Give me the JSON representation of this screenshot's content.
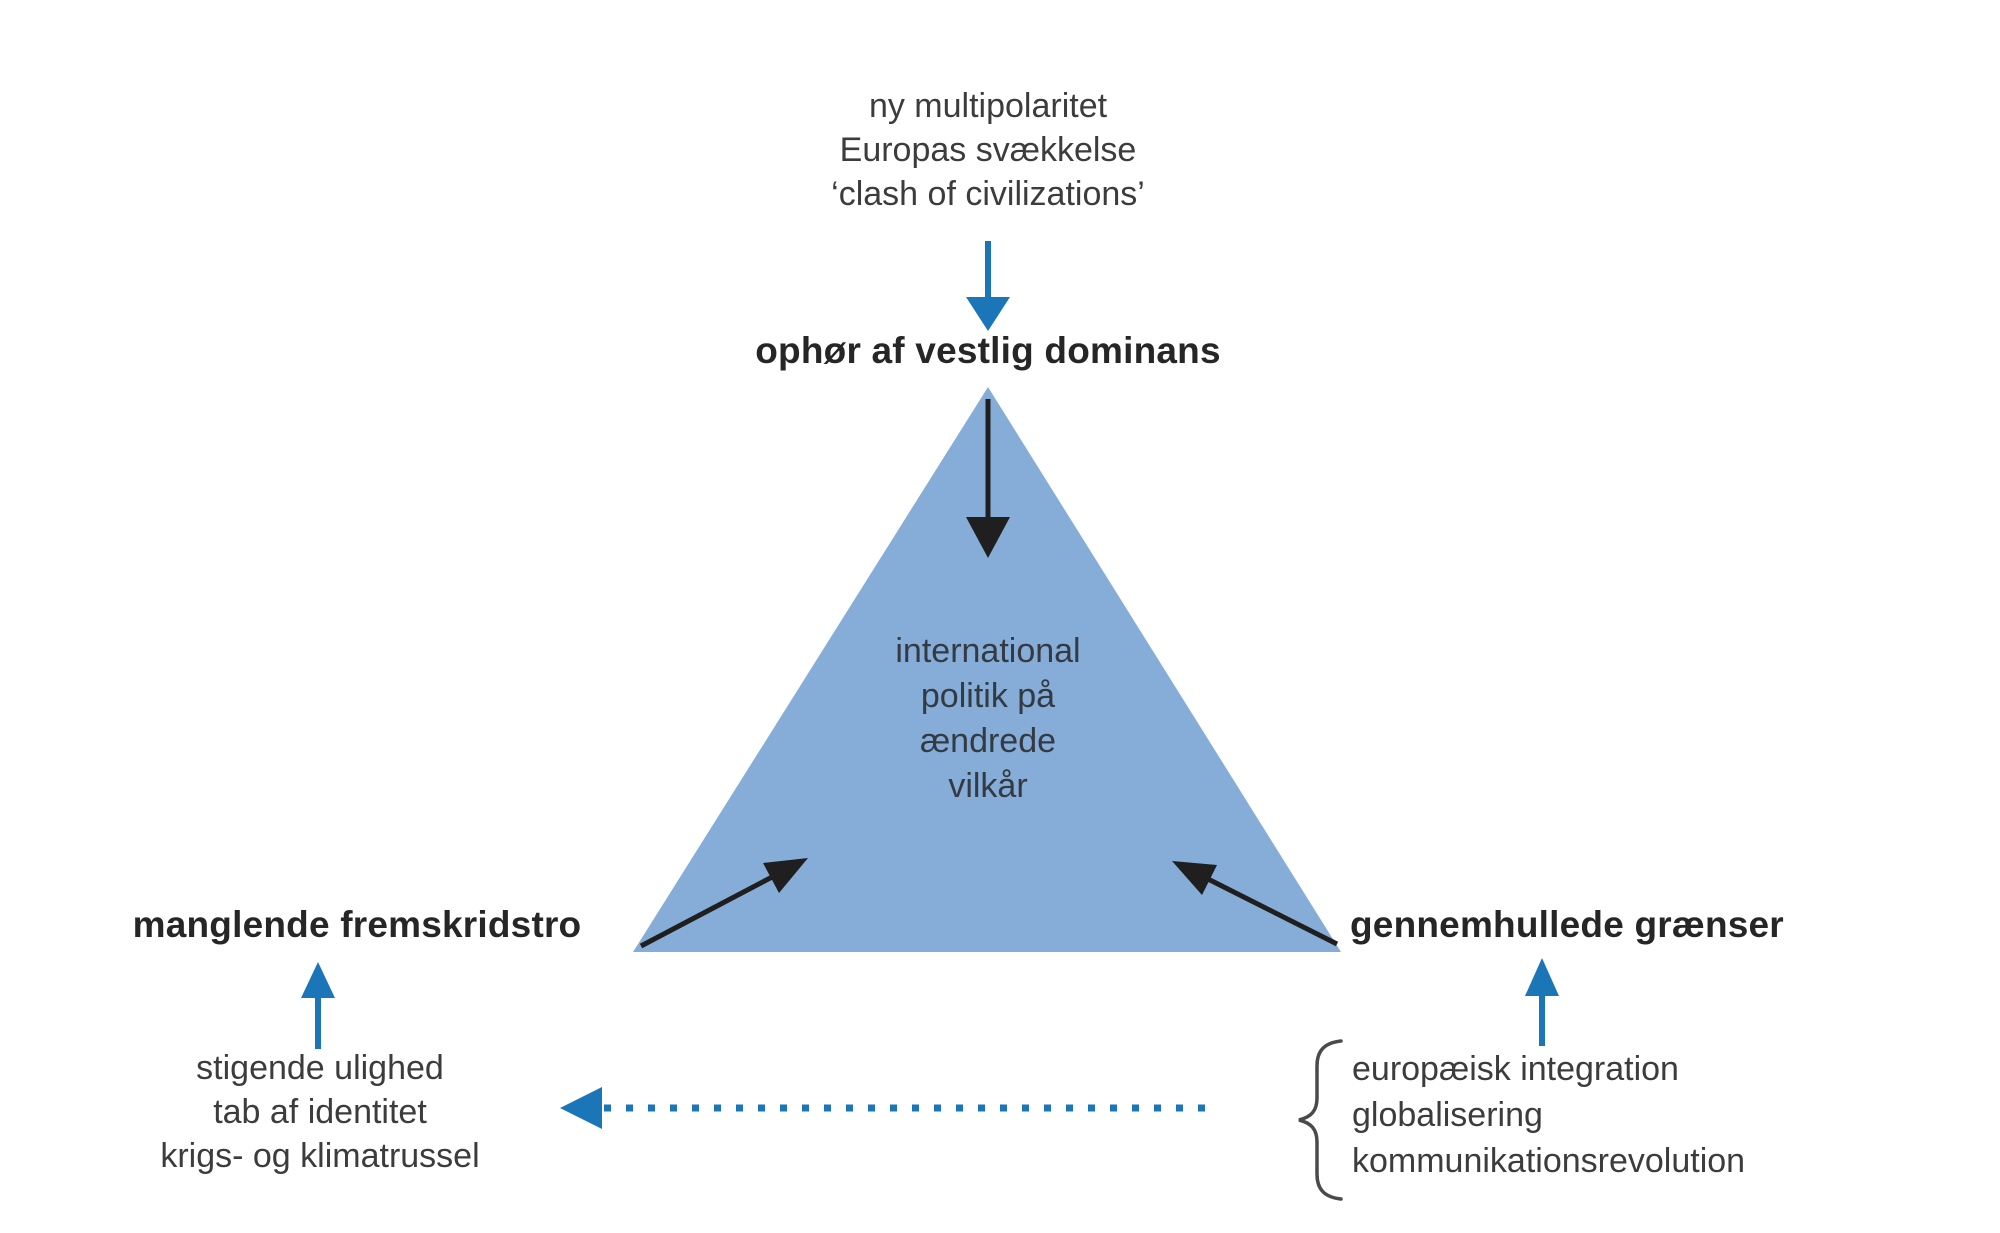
{
  "diagram": {
    "title_concept": "international politik på ændrede vilkår",
    "top_causes": {
      "lines": [
        "ny multipolaritet",
        "Europas svækkelse",
        "‘clash of civilizations’"
      ]
    },
    "top_label": "ophør af vestlig dominans",
    "center": {
      "lines": [
        "international",
        "politik på",
        "ændrede",
        "vilkår"
      ]
    },
    "left_label": "manglende fremskridstro",
    "right_label": "gennemhullede grænser",
    "left_causes": {
      "lines": [
        "stigende ulighed",
        "tab af identitet",
        "krigs- og klimatrussel"
      ]
    },
    "right_causes": {
      "lines": [
        "europæisk integration",
        "globalisering",
        "kommunikationsrevolution"
      ]
    },
    "colors": {
      "triangle_fill": "#85add8",
      "arrow_blue": "#1b76b8",
      "arrow_black": "#1f1f1f",
      "text_gray": "#3c3c3c",
      "brace_gray": "#4a4a4a"
    }
  }
}
